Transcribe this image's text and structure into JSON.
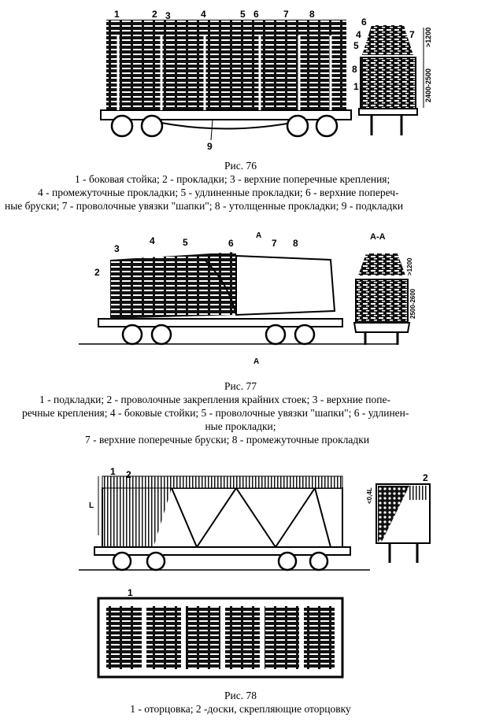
{
  "fig76": {
    "title": "Рис. 76",
    "caption_lines": [
      "1 - боковая стойка; 2 - прокладки; 3 - верхние поперечные крепления;",
      "4 - промежуточные прокладки; 5 - удлиненные прокладки; 6 - верхние попереч-",
      "ные бруски; 7 - проволочные увязки \"шапки\"; 8 - утолщенные прокладки; 9 - подкладки"
    ],
    "side_labels": [
      "1",
      "2",
      "3",
      "4",
      "5",
      "6",
      "7",
      "8",
      "9"
    ],
    "end_labels": [
      "6",
      "4",
      "5",
      "8",
      "1",
      "7"
    ],
    "dims": [
      ">1200",
      "2400-2500"
    ]
  },
  "fig77": {
    "title": "Рис. 77",
    "caption_lines": [
      "1 - подкладки; 2 - проволочные закрепления крайних стоек; 3 - верхние попе-",
      "речные крепления; 4 - боковые стойки; 5 - проволочные увязки \"шапки\"; 6 - удлинен-",
      "ные прокладки;",
      "7 - верхние поперечные бруски; 8 - промежуточные прокладки"
    ],
    "side_labels": [
      "3",
      "2",
      "4",
      "5",
      "6",
      "7",
      "8"
    ],
    "section_mark": "A",
    "section_title": "А-А",
    "dims": [
      ">1200",
      "2500-2600"
    ]
  },
  "fig78": {
    "title": "Рис. 78",
    "caption_lines": [
      "1 - оторцовка; 2 -доски, скрепляющие оторцовку"
    ],
    "side_labels": [
      "1",
      "2",
      "L"
    ],
    "end_labels": [
      "2"
    ],
    "dims": [
      "<0,4L"
    ],
    "top_labels": [
      "1"
    ]
  }
}
